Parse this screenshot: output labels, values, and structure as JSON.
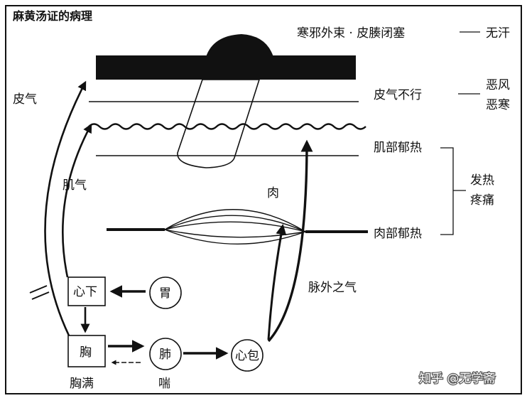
{
  "title": "麻黄汤证的病理",
  "right_labels": {
    "cold_pathogen": "寒邪外束 · 皮腠闭塞",
    "no_sweat": "无汗",
    "skin_qi": "皮气不行",
    "aversion_wind": "恶风",
    "aversion_cold": "恶寒",
    "muscle_heat": "肌部郁热",
    "fever": "发热",
    "pain": "疼痛",
    "flesh_heat": "肉部郁热"
  },
  "left_labels": {
    "skin_qi": "皮气",
    "muscle_qi": "肌气",
    "flesh": "肉",
    "extra_vessel_qi": "脉外之气"
  },
  "organs": {
    "xinxia": "心下",
    "wei": "胃",
    "xiong": "胸",
    "fei": "肺",
    "xinbao": "心包"
  },
  "symptoms": {
    "chest_fullness": "胸满",
    "wheezing": "喘"
  },
  "watermark": "知乎 @无学斋"
}
